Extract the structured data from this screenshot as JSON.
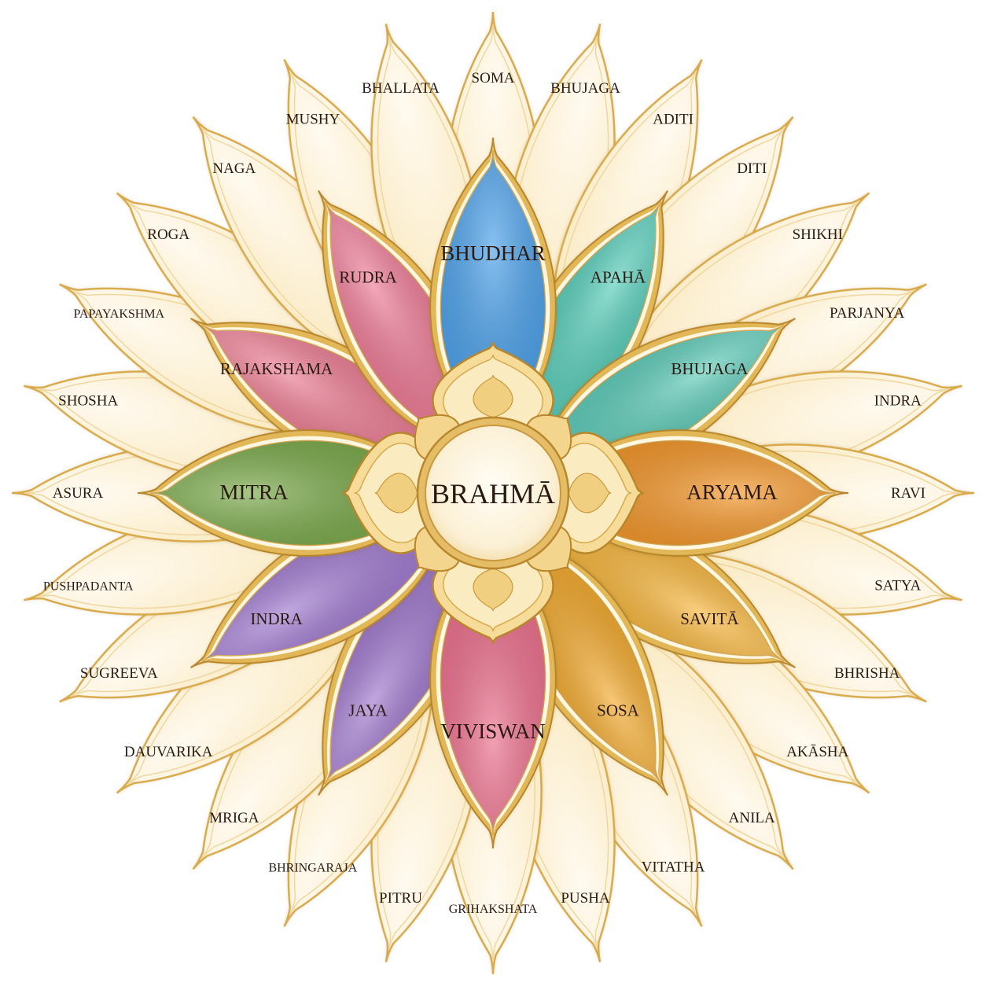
{
  "center": {
    "label": "BRAHMĀ"
  },
  "colors": {
    "outer_fill": "#fcf0cd",
    "outer_stroke": "#d8aa4c",
    "gold": "#e2b758",
    "gold_dark": "#b8862c",
    "cream": "#fff7e2"
  },
  "inner_petals": [
    {
      "label": "BHUDHAR",
      "color": "#4aa0ea"
    },
    {
      "label": "APAHĀ",
      "color": "#55cdb9"
    },
    {
      "label": "BHUJAGA",
      "color": "#5ccbb8"
    },
    {
      "label": "ARYAMA",
      "color": "#f39426"
    },
    {
      "label": "SAVITĀ",
      "color": "#f7b53a"
    },
    {
      "label": "SOSA",
      "color": "#f3a92c"
    },
    {
      "label": "VIVISWAN",
      "color": "#ec6e8c"
    },
    {
      "label": "JAYA",
      "color": "#9f77cd"
    },
    {
      "label": "INDRA",
      "color": "#a07ad0"
    },
    {
      "label": "MITRA",
      "color": "#78a848"
    },
    {
      "label": "RAJAKSHAMA",
      "color": "#ec7b92"
    },
    {
      "label": "RUDRA",
      "color": "#ee7a96"
    }
  ],
  "outer_petals": [
    "SOMA",
    "BHUJAGA",
    "ADITI",
    "DITI",
    "SHIKHI",
    "PARJANYA",
    "INDRA",
    "RAVI",
    "SATYA",
    "BHRISHA",
    "AKĀSHA",
    "ANILA",
    "VITATHA",
    "PUSHA",
    "GRIHAKSHATA",
    "PITRU",
    "BHRINGARAJA",
    "MRIGA",
    "DAUVARIKA",
    "SUGREEVA",
    "PUSHPADANTA",
    "ASURA",
    "SHOSHA",
    "PAPAYAKSHMA",
    "ROGA",
    "NAGA",
    "MUSHY",
    "BHALLATA"
  ]
}
